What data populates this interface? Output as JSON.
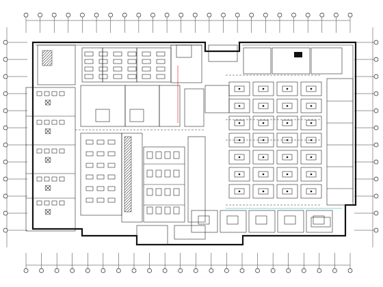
{
  "drawing": {
    "type": "electrical-floor-plan",
    "background": "#ffffff",
    "line_color": "#1a1a1a",
    "accent_color": "#d11111",
    "grid_axes": {
      "top_count": 24,
      "bottom_count": 22,
      "left_count": 12,
      "right_count": 12
    }
  }
}
